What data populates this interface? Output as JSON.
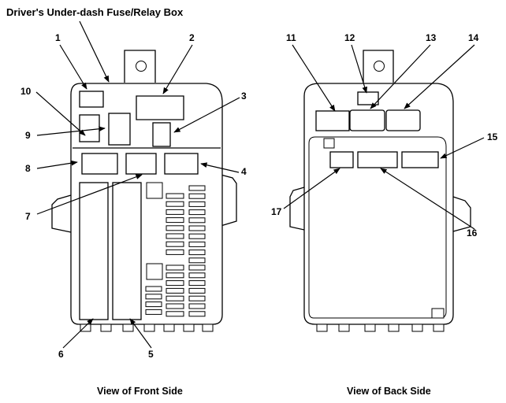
{
  "title": "Driver's Under-dash Fuse/Relay Box",
  "captions": {
    "front": "View of Front Side",
    "back": "View of Back Side"
  },
  "callouts": {
    "front": [
      "1",
      "2",
      "3",
      "4",
      "5",
      "6",
      "7",
      "8",
      "9",
      "10"
    ],
    "back": [
      "11",
      "12",
      "13",
      "14",
      "15",
      "16",
      "17"
    ]
  }
}
